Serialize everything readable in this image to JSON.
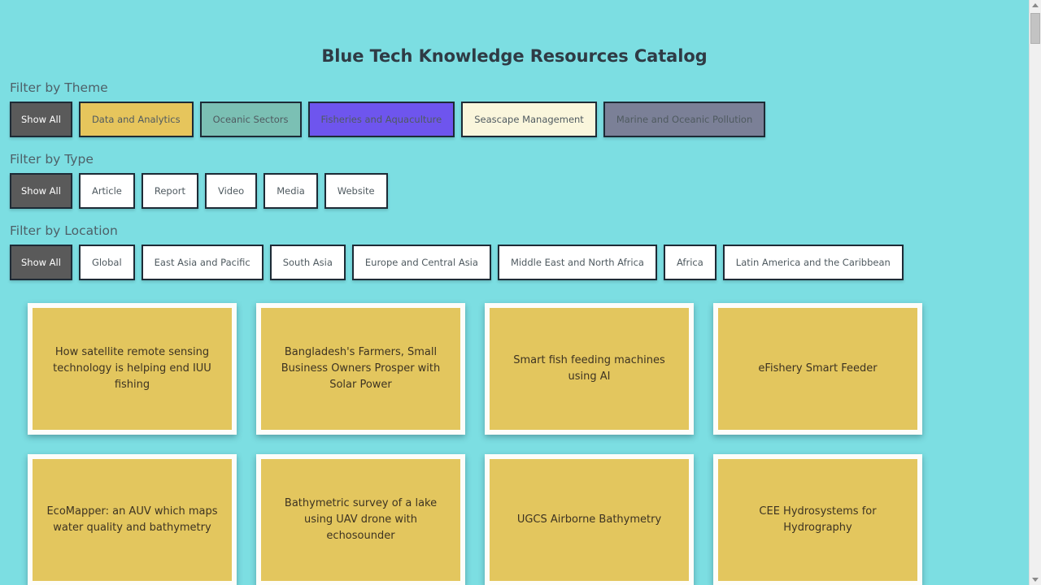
{
  "header": {
    "title": "Blue Tech Knowledge Resources Catalog"
  },
  "colors": {
    "background": "#7cdee2",
    "card_body": "#e3c65e",
    "card_border": "#fdfdfa",
    "active_pill": "#5a5a5a",
    "pill_border": "#1d2b36",
    "title_text": "#2f3b45",
    "label_text": "#4e6068"
  },
  "filters": [
    {
      "label": "Filter by Theme",
      "name": "theme",
      "options": [
        {
          "label": "Show All",
          "active": true,
          "color": "#5a5a5a"
        },
        {
          "label": "Data and Analytics",
          "active": false,
          "color": "#e6c55c"
        },
        {
          "label": "Oceanic Sectors",
          "active": false,
          "color": "#7bc0b4"
        },
        {
          "label": "Fisheries and Aquaculture",
          "active": false,
          "color": "#6e55ee"
        },
        {
          "label": "Seascape Management",
          "active": false,
          "color": "#faf6dc"
        },
        {
          "label": "Marine and Oceanic Pollution",
          "active": false,
          "color": "#7b8097"
        }
      ]
    },
    {
      "label": "Filter by Type",
      "name": "type",
      "options": [
        {
          "label": "Show All",
          "active": true,
          "color": "#5a5a5a"
        },
        {
          "label": "Article",
          "active": false,
          "color": "#ffffff"
        },
        {
          "label": "Report",
          "active": false,
          "color": "#ffffff"
        },
        {
          "label": "Video",
          "active": false,
          "color": "#ffffff"
        },
        {
          "label": "Media",
          "active": false,
          "color": "#ffffff"
        },
        {
          "label": "Website",
          "active": false,
          "color": "#ffffff"
        }
      ]
    },
    {
      "label": "Filter by Location",
      "name": "location",
      "options": [
        {
          "label": "Show All",
          "active": true,
          "color": "#5a5a5a"
        },
        {
          "label": "Global",
          "active": false,
          "color": "#ffffff"
        },
        {
          "label": "East Asia and Pacific",
          "active": false,
          "color": "#ffffff"
        },
        {
          "label": "South Asia",
          "active": false,
          "color": "#ffffff"
        },
        {
          "label": "Europe and Central Asia",
          "active": false,
          "color": "#ffffff"
        },
        {
          "label": "Middle East and North Africa",
          "active": false,
          "color": "#ffffff"
        },
        {
          "label": "Africa",
          "active": false,
          "color": "#ffffff"
        },
        {
          "label": "Latin America and the Caribbean",
          "active": false,
          "color": "#ffffff"
        }
      ]
    }
  ],
  "cards": [
    {
      "title": "How satellite remote sensing technology is helping end IUU fishing"
    },
    {
      "title": "Bangladesh's Farmers, Small Business Owners Prosper with Solar Power"
    },
    {
      "title": "Smart fish feeding machines using AI"
    },
    {
      "title": "eFishery Smart Feeder"
    },
    {
      "title": "EcoMapper: an AUV which maps water quality and bathymetry"
    },
    {
      "title": "Bathymetric survey of a lake using UAV drone with echosounder"
    },
    {
      "title": "UGCS Airborne Bathymetry"
    },
    {
      "title": "CEE Hydrosystems for Hydrography"
    }
  ],
  "scrollbar": {
    "up_arrow": "scroll-up-arrow",
    "down_arrow": "scroll-down-arrow"
  }
}
